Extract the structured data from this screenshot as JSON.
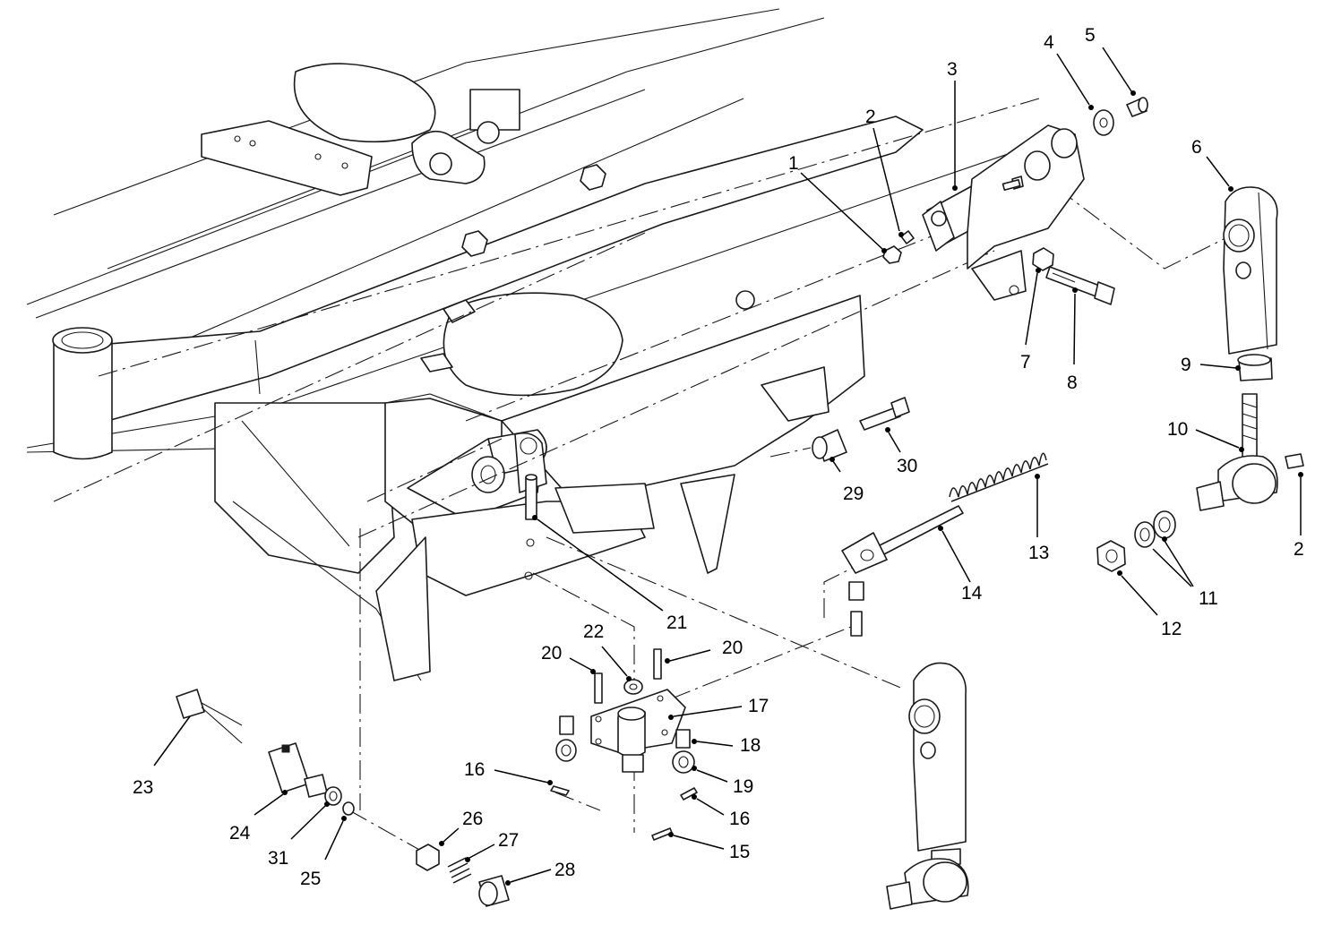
{
  "diagram": {
    "style": "exploded parts view",
    "colors": {
      "ink": "#1a1a1a",
      "background": "#ffffff"
    },
    "callouts": [
      {
        "id": "c1",
        "label": "1"
      },
      {
        "id": "c2a",
        "label": "2"
      },
      {
        "id": "c3",
        "label": "3"
      },
      {
        "id": "c4",
        "label": "4"
      },
      {
        "id": "c5",
        "label": "5"
      },
      {
        "id": "c6",
        "label": "6"
      },
      {
        "id": "c7",
        "label": "7"
      },
      {
        "id": "c8",
        "label": "8"
      },
      {
        "id": "c9",
        "label": "9"
      },
      {
        "id": "c10",
        "label": "10"
      },
      {
        "id": "c2b",
        "label": "2"
      },
      {
        "id": "c11",
        "label": "11"
      },
      {
        "id": "c12",
        "label": "12"
      },
      {
        "id": "c13",
        "label": "13"
      },
      {
        "id": "c14",
        "label": "14"
      },
      {
        "id": "c15",
        "label": "15"
      },
      {
        "id": "c16a",
        "label": "16"
      },
      {
        "id": "c16b",
        "label": "16"
      },
      {
        "id": "c17",
        "label": "17"
      },
      {
        "id": "c18",
        "label": "18"
      },
      {
        "id": "c19",
        "label": "19"
      },
      {
        "id": "c20a",
        "label": "20"
      },
      {
        "id": "c20b",
        "label": "20"
      },
      {
        "id": "c21",
        "label": "21"
      },
      {
        "id": "c22",
        "label": "22"
      },
      {
        "id": "c23",
        "label": "23"
      },
      {
        "id": "c24",
        "label": "24"
      },
      {
        "id": "c25",
        "label": "25"
      },
      {
        "id": "c26",
        "label": "26"
      },
      {
        "id": "c27",
        "label": "27"
      },
      {
        "id": "c28",
        "label": "28"
      },
      {
        "id": "c29",
        "label": "29"
      },
      {
        "id": "c30",
        "label": "30"
      },
      {
        "id": "c31",
        "label": "31"
      }
    ]
  }
}
